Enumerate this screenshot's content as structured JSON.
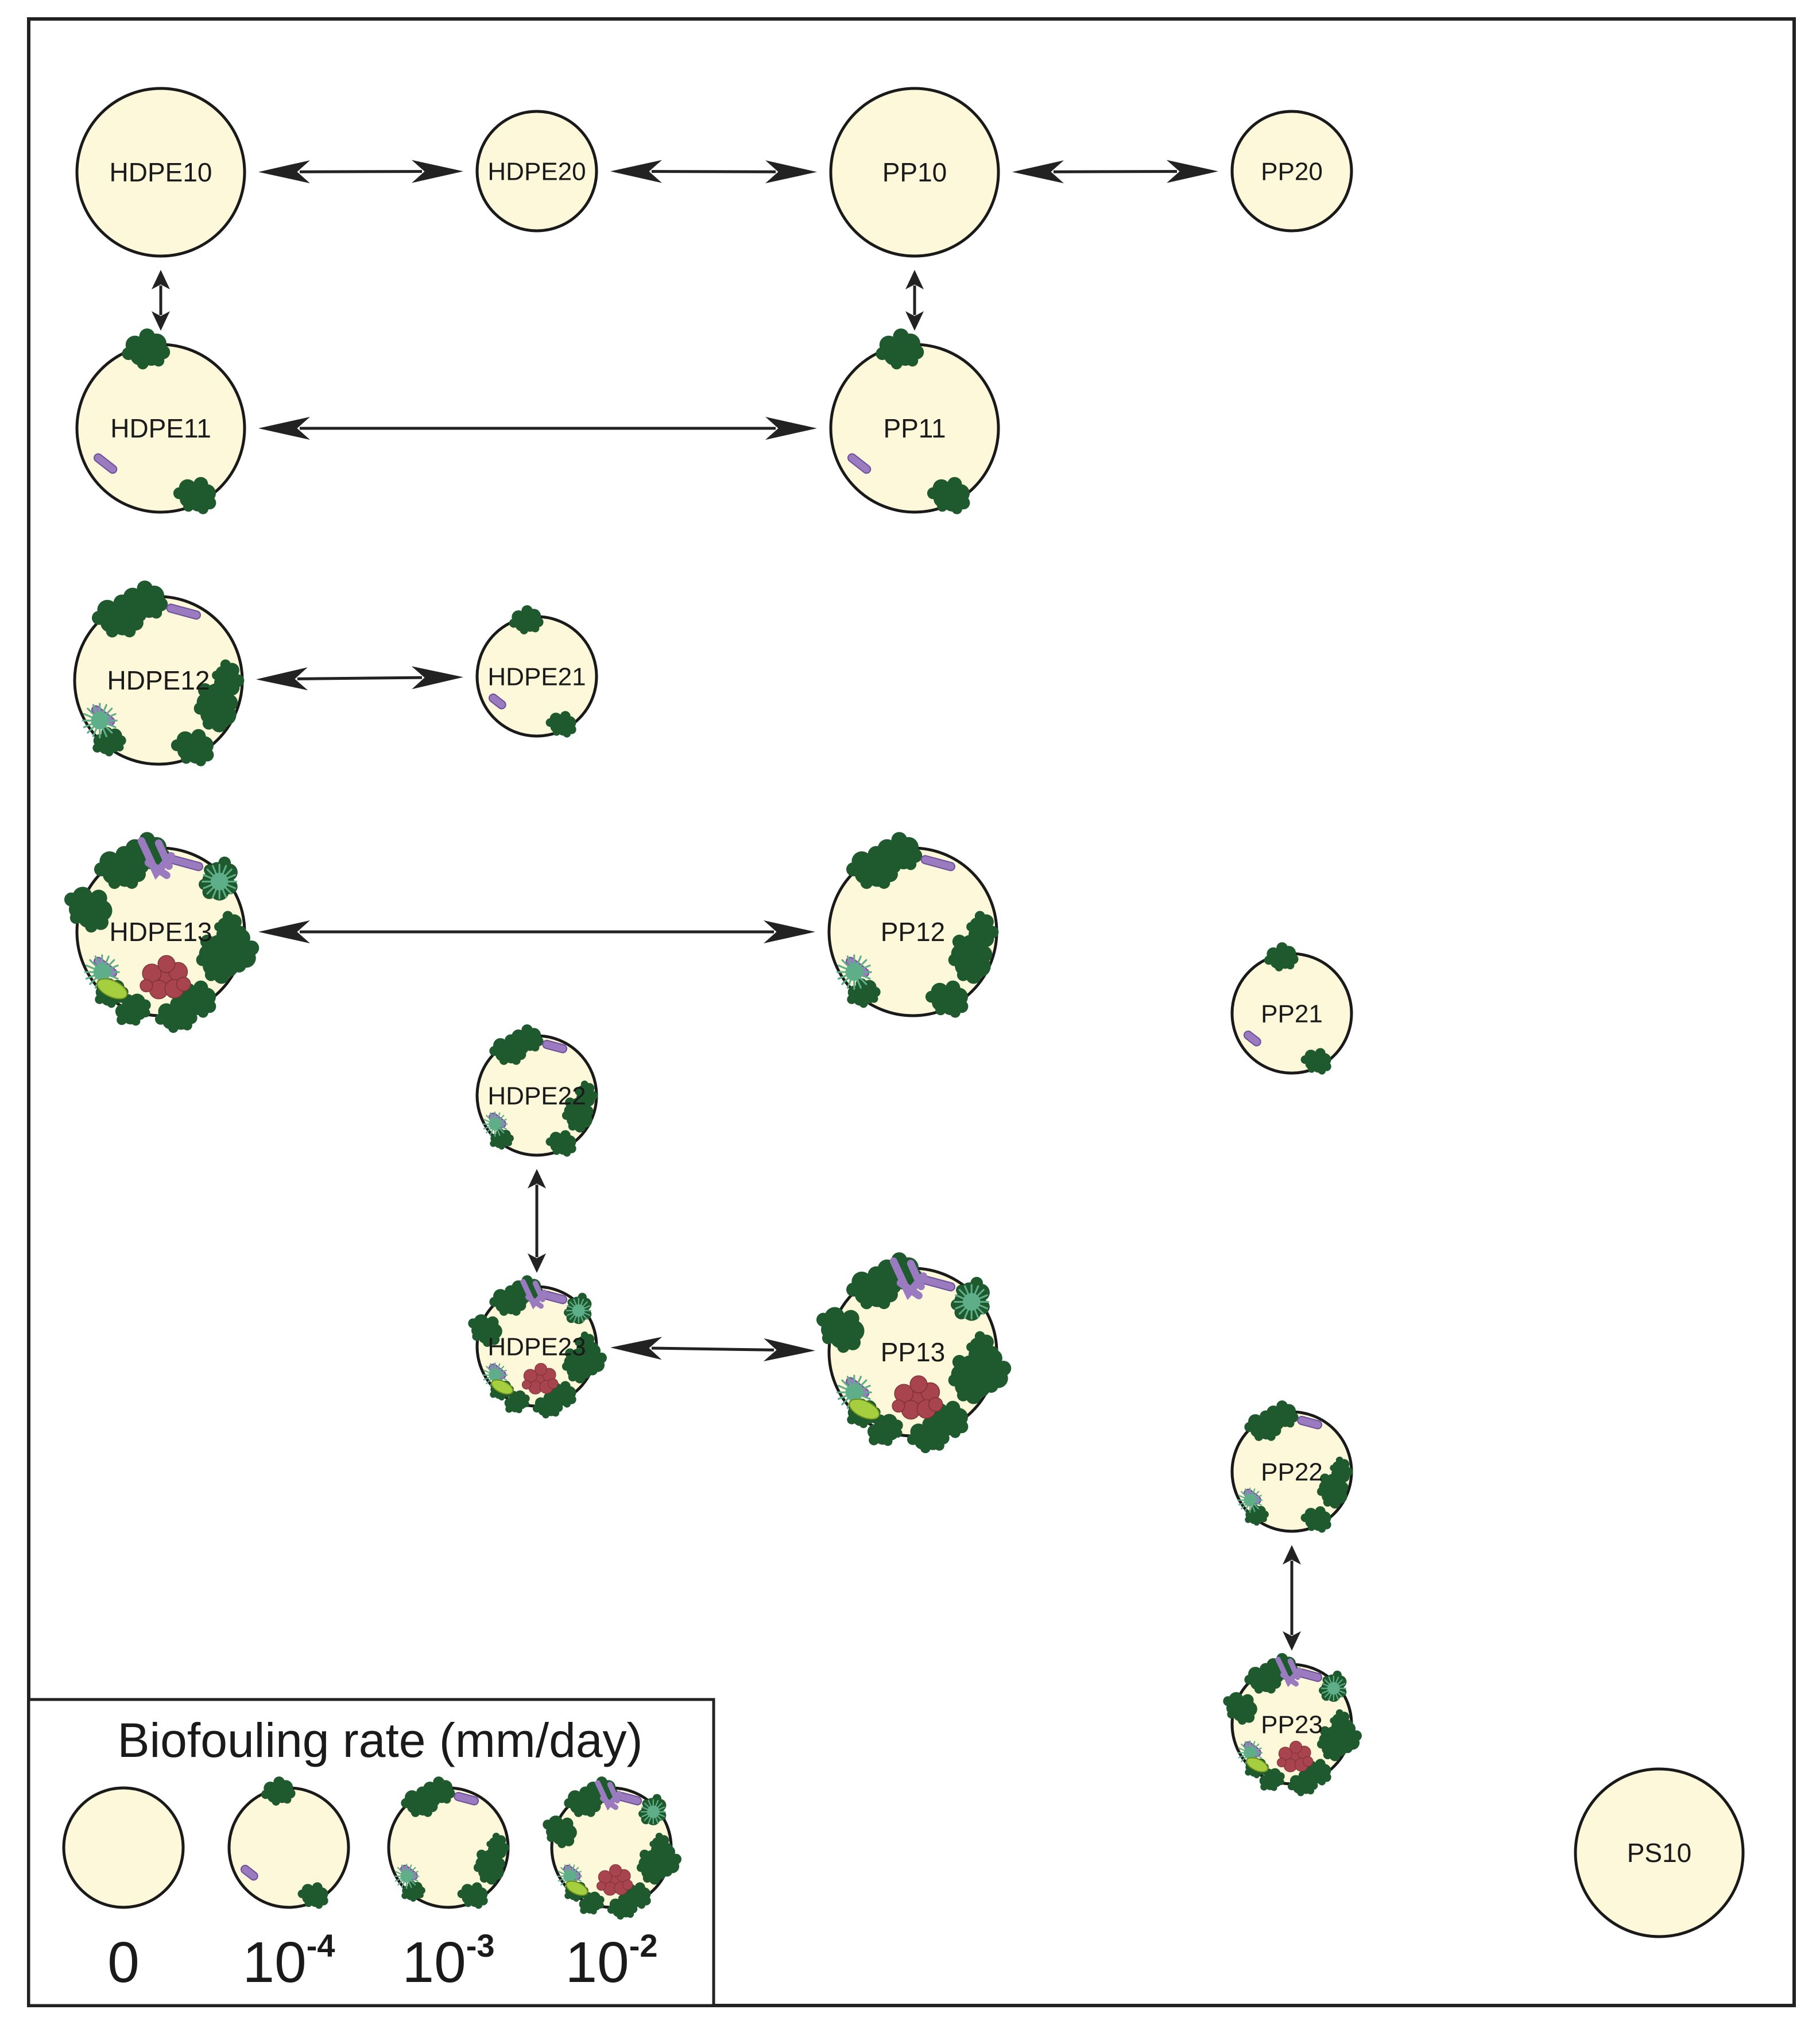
{
  "colors": {
    "particle_fill": "#fdf8da",
    "particle_stroke": "#1a1a1a",
    "algae": "#1e5a2e",
    "bacteria": "#9b7bc0",
    "virus": "#5fae8a",
    "red_cell": "#a8444d",
    "green_cell": "#a6cf3f",
    "arrow": "#222222",
    "frame": "#222222"
  },
  "icons": {
    "algae": "algae-cluster-icon",
    "bacteria": "rod-bacterium-icon",
    "virus": "virus-particle-icon",
    "red_cell": "red-cell-cluster-icon",
    "green_cell": "green-cell-icon"
  },
  "nodes": [
    {
      "id": "HDPE10",
      "label": "HDPE10",
      "fouling": 0,
      "size": "large"
    },
    {
      "id": "HDPE20",
      "label": "HDPE20",
      "fouling": 0,
      "size": "small"
    },
    {
      "id": "PP10",
      "label": "PP10",
      "fouling": 0,
      "size": "large"
    },
    {
      "id": "PP20",
      "label": "PP20",
      "fouling": 0,
      "size": "small"
    },
    {
      "id": "HDPE11",
      "label": "HDPE11",
      "fouling": 1,
      "size": "large"
    },
    {
      "id": "PP11",
      "label": "PP11",
      "fouling": 1,
      "size": "large"
    },
    {
      "id": "HDPE12",
      "label": "HDPE12",
      "fouling": 2,
      "size": "large"
    },
    {
      "id": "HDPE21",
      "label": "HDPE21",
      "fouling": 1,
      "size": "small"
    },
    {
      "id": "HDPE13",
      "label": "HDPE13",
      "fouling": 3,
      "size": "large"
    },
    {
      "id": "PP12",
      "label": "PP12",
      "fouling": 2,
      "size": "large"
    },
    {
      "id": "PP21",
      "label": "PP21",
      "fouling": 1,
      "size": "small"
    },
    {
      "id": "HDPE22",
      "label": "HDPE22",
      "fouling": 2,
      "size": "small"
    },
    {
      "id": "HDPE23",
      "label": "HDPE23",
      "fouling": 3,
      "size": "small"
    },
    {
      "id": "PP13",
      "label": "PP13",
      "fouling": 3,
      "size": "large"
    },
    {
      "id": "PP22",
      "label": "PP22",
      "fouling": 2,
      "size": "small"
    },
    {
      "id": "PP23",
      "label": "PP23",
      "fouling": 3,
      "size": "small"
    },
    {
      "id": "PS10",
      "label": "PS10",
      "fouling": 0,
      "size": "large"
    }
  ],
  "edges": [
    {
      "from": "HDPE10",
      "to": "HDPE20"
    },
    {
      "from": "HDPE20",
      "to": "PP10"
    },
    {
      "from": "PP10",
      "to": "PP20"
    },
    {
      "from": "HDPE10",
      "to": "HDPE11"
    },
    {
      "from": "PP10",
      "to": "PP11"
    },
    {
      "from": "HDPE11",
      "to": "PP11"
    },
    {
      "from": "HDPE12",
      "to": "HDPE21"
    },
    {
      "from": "HDPE13",
      "to": "PP12"
    },
    {
      "from": "HDPE22",
      "to": "HDPE23"
    },
    {
      "from": "HDPE23",
      "to": "PP13"
    },
    {
      "from": "PP22",
      "to": "PP23"
    }
  ],
  "legend": {
    "title": "Biofouling rate (mm/day)",
    "entries": [
      {
        "fouling": 0,
        "base": "0",
        "exp": ""
      },
      {
        "fouling": 1,
        "base": "10",
        "exp": "-4"
      },
      {
        "fouling": 2,
        "base": "10",
        "exp": "-3"
      },
      {
        "fouling": 3,
        "base": "10",
        "exp": "-2"
      }
    ]
  }
}
